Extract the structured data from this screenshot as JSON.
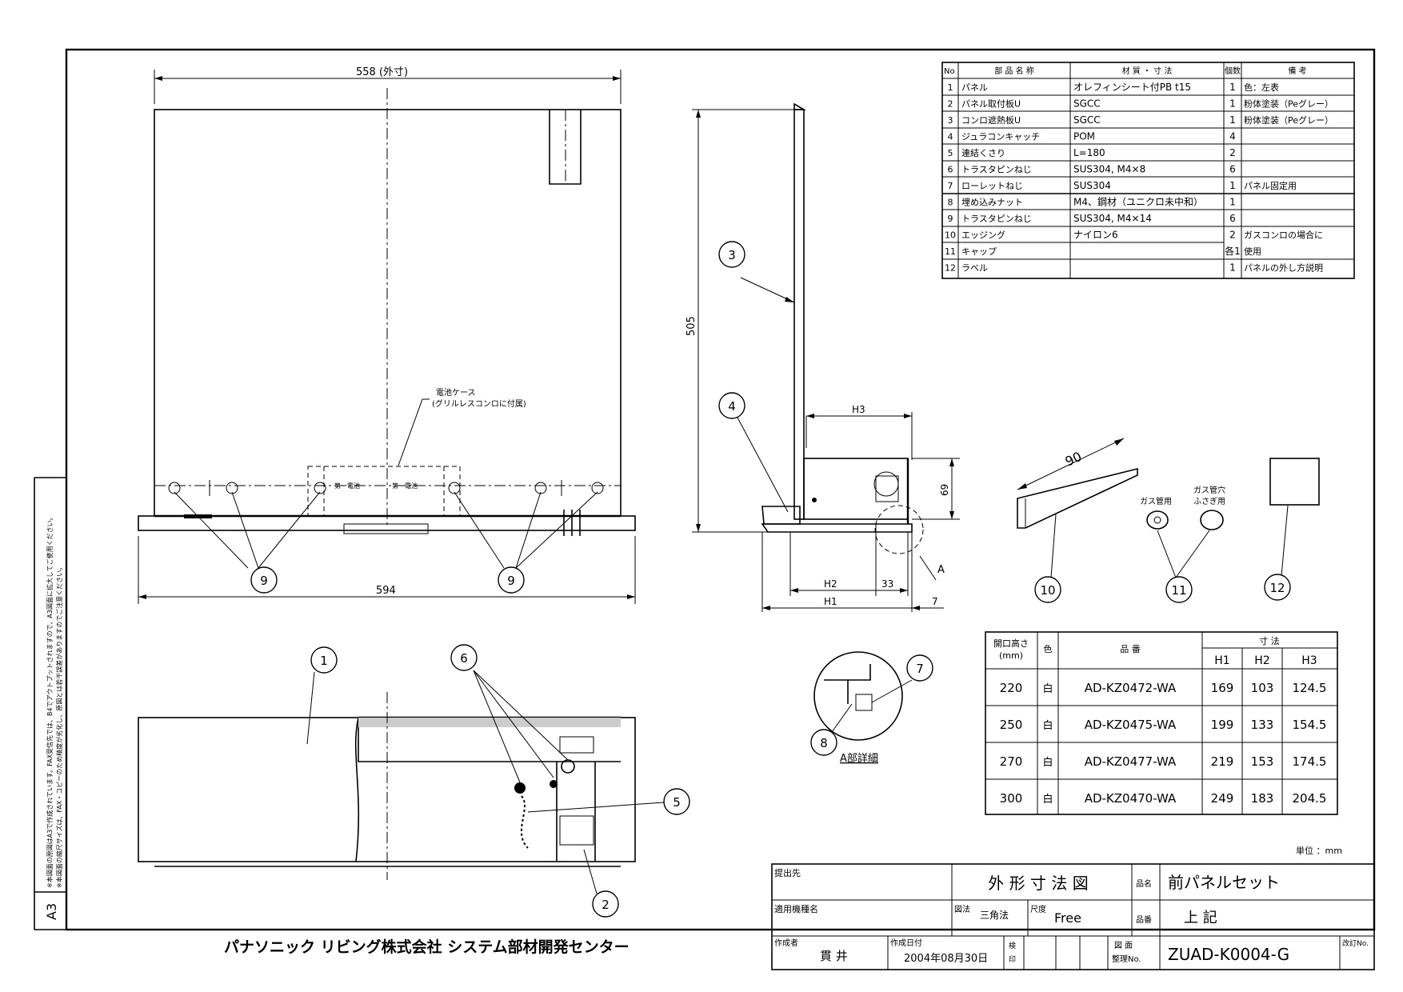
{
  "sheet": {
    "size_mark": "A3",
    "side_notes": [
      "※本図面の原図はA3で作成されています。FAX受信先では、B4でアウトプットされますので、A3図面に拡大してご使用ください。",
      "※本図面の縮尺サイズは、FAX・コピーのため精度が劣化し、原図とは若干誤差がありますのでご注意ください。"
    ]
  },
  "front_view": {
    "dim_top": "558 (外寸)",
    "dim_bottom": "594",
    "note": [
      "電池ケース",
      "(グリルレスコンロに付属)"
    ],
    "hole_labels": [
      "第一電池",
      "第一電池"
    ]
  },
  "side_view": {
    "dim_height": "505",
    "dim_h3": "H3",
    "dim_h2": "H2",
    "dim_33": "33",
    "dim_h1": "H1",
    "dim_7": "7",
    "dim_69": "69",
    "detail_mark": "A"
  },
  "detail": {
    "title": "A部詳細"
  },
  "accessory": {
    "dim_90": "90",
    "gas_label": [
      "ガス管用"
    ],
    "cap_label": [
      "ガス管穴",
      "ふさぎ用"
    ]
  },
  "balloons": {
    "b1": "1",
    "b2": "2",
    "b3": "3",
    "b4": "4",
    "b5": "5",
    "b6": "6",
    "b7": "7",
    "b8": "8",
    "b9a": "9",
    "b9b": "9",
    "b10": "10",
    "b11": "11",
    "b12": "12"
  },
  "parts_table": {
    "headers": [
      "No",
      "部 品 名 称",
      "材 質 ・ 寸 法",
      "個数",
      "備 考"
    ],
    "rows": [
      [
        "1",
        "パネル",
        "オレフィンシート付PB t15",
        "1",
        "色：左表"
      ],
      [
        "2",
        "パネル取付板U",
        "SGCC",
        "1",
        "粉体塗装（Peグレー）"
      ],
      [
        "3",
        "コンロ遮熱板U",
        "SGCC",
        "1",
        "粉体塗装（Peグレー）"
      ],
      [
        "4",
        "ジュラコンキャッチ",
        "POM",
        "4",
        ""
      ],
      [
        "5",
        "連結くさり",
        "L=180",
        "2",
        ""
      ],
      [
        "6",
        "トラスタピンねじ",
        "SUS304, M4×8",
        "6",
        ""
      ],
      [
        "7",
        "ローレットねじ",
        "SUS304",
        "1",
        "パネル固定用"
      ],
      [
        "8",
        "埋め込みナット",
        "M4、鋼材（ユニクロ未中和）",
        "1",
        ""
      ],
      [
        "9",
        "トラスタピンねじ",
        "SUS304, M4×14",
        "6",
        ""
      ],
      [
        "10",
        "エッジング",
        "ナイロン6",
        "2",
        "ガスコンロの場合に"
      ],
      [
        "11",
        "キャップ",
        "",
        "各1",
        "使用"
      ],
      [
        "12",
        "ラベル",
        "",
        "1",
        "パネルの外し方説明"
      ]
    ]
  },
  "size_table": {
    "h_open": "開口高さ",
    "h_mm": "(mm)",
    "h_color": "色",
    "h_part": "品 番",
    "h_dim": "寸 法",
    "h_h1": "H1",
    "h_h2": "H2",
    "h_h3": "H3",
    "rows": [
      [
        "220",
        "白",
        "AD-KZ0472-WA",
        "169",
        "103",
        "124.5"
      ],
      [
        "250",
        "白",
        "AD-KZ0475-WA",
        "199",
        "133",
        "154.5"
      ],
      [
        "270",
        "白",
        "AD-KZ0477-WA",
        "219",
        "153",
        "174.5"
      ],
      [
        "300",
        "白",
        "AD-KZ0470-WA",
        "249",
        "183",
        "204.5"
      ]
    ]
  },
  "unit": "単位 ：mm",
  "title_block": {
    "submit_to": "提出先",
    "drawing_type": "外 形 寸 法 図",
    "name_label": "品名",
    "name_value": "前パネルセット",
    "model_label": "適用機種名",
    "proj_label": "図法",
    "proj_value": "三角法",
    "scale_label": "尺度",
    "scale_value": "Free",
    "partno_label": "品番",
    "partno_value": "上 記",
    "author_label": "作成者",
    "author_value": "貫 井",
    "date_label": "作成日付",
    "date_value": "2004年08月30日",
    "check_label": [
      "検",
      "印"
    ],
    "dwgno_label": [
      "図 面",
      "整理No."
    ],
    "dwgno_value": "ZUAD-K0004-G",
    "rev_label": "改訂No."
  },
  "company": "パナソニック リビング株式会社 システム部材開発センター"
}
